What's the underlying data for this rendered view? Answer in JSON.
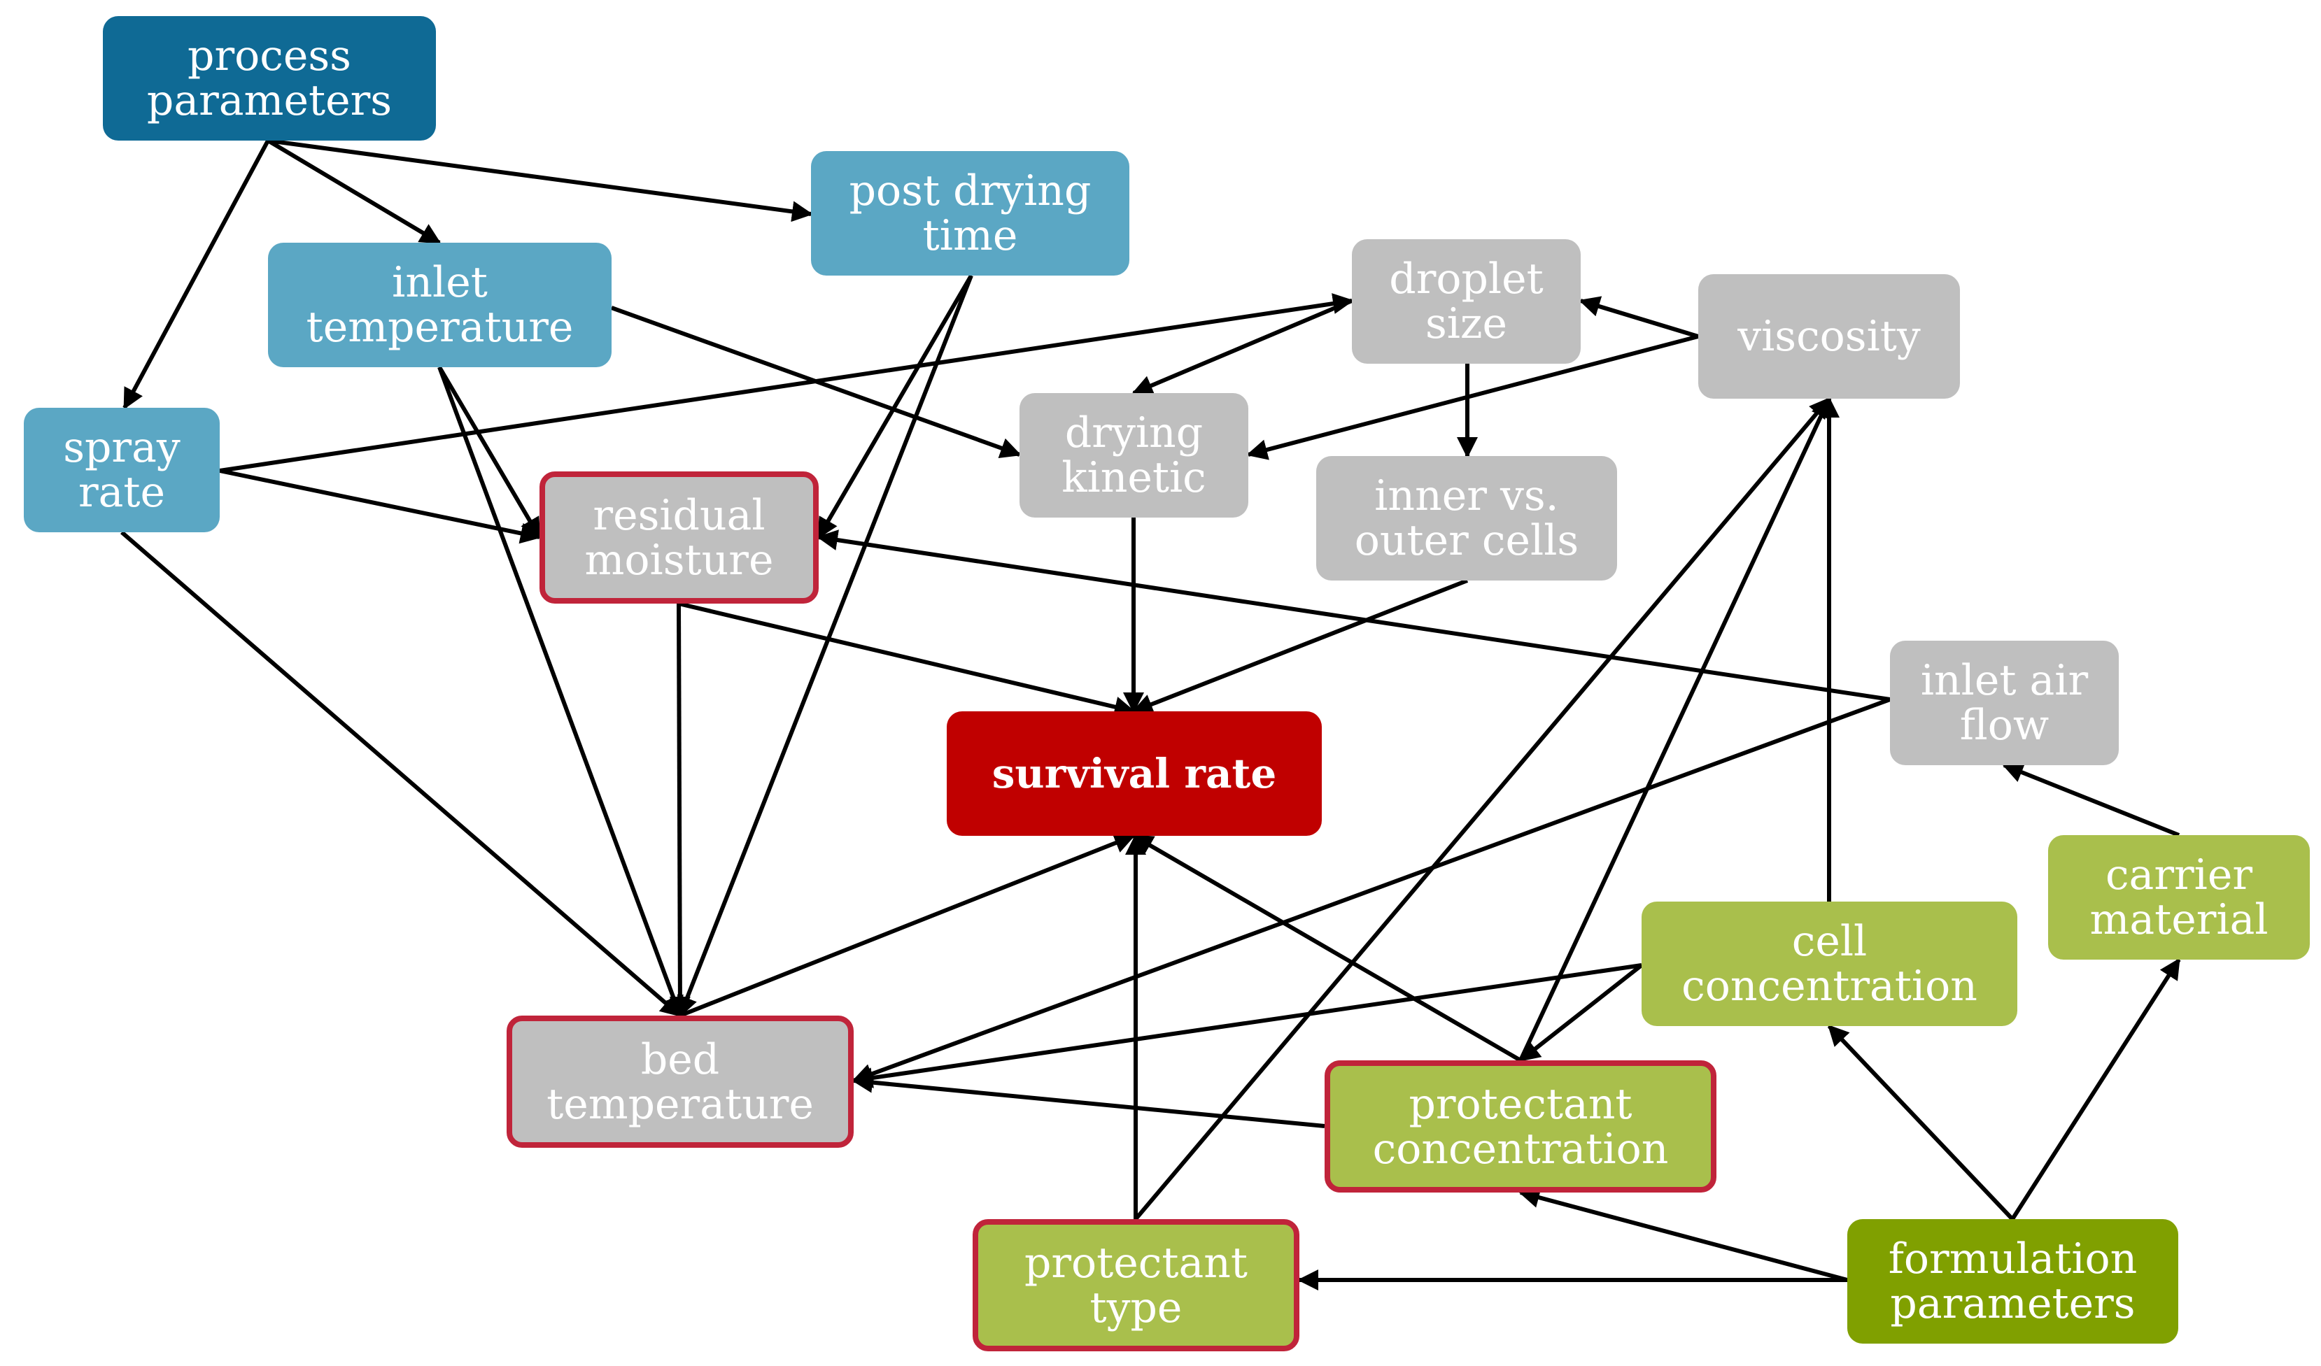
{
  "nodes": {
    "process_parameters": "process\nparameters",
    "post_drying_time": "post drying\ntime",
    "inlet_temperature": "inlet\ntemperature",
    "spray_rate": "spray\nrate",
    "residual_moisture": "residual\nmoisture",
    "droplet_size": "droplet\nsize",
    "drying_kinetic": "drying\nkinetic",
    "viscosity": "viscosity",
    "inner_outer_cells": "inner vs.\nouter cells",
    "inlet_air_flow": "inlet air\nflow",
    "survival_rate": "survival rate",
    "carrier_material": "carrier\nmaterial",
    "cell_concentration": "cell\nconcentration",
    "bed_temperature": "bed\ntemperature",
    "protectant_concentration": "protectant\nconcentration",
    "protectant_type": "protectant\ntype",
    "formulation_parameters": "formulation\nparameters"
  },
  "edges": [
    [
      "process_parameters",
      "post_drying_time"
    ],
    [
      "process_parameters",
      "inlet_temperature"
    ],
    [
      "process_parameters",
      "spray_rate"
    ],
    [
      "post_drying_time",
      "residual_moisture"
    ],
    [
      "post_drying_time",
      "bed_temperature"
    ],
    [
      "inlet_temperature",
      "drying_kinetic"
    ],
    [
      "inlet_temperature",
      "residual_moisture"
    ],
    [
      "inlet_temperature",
      "bed_temperature"
    ],
    [
      "spray_rate",
      "droplet_size"
    ],
    [
      "spray_rate",
      "residual_moisture"
    ],
    [
      "spray_rate",
      "bed_temperature"
    ],
    [
      "droplet_size",
      "drying_kinetic"
    ],
    [
      "droplet_size",
      "inner_outer_cells"
    ],
    [
      "viscosity",
      "droplet_size"
    ],
    [
      "viscosity",
      "drying_kinetic"
    ],
    [
      "drying_kinetic",
      "survival_rate"
    ],
    [
      "inner_outer_cells",
      "survival_rate"
    ],
    [
      "residual_moisture",
      "survival_rate"
    ],
    [
      "residual_moisture",
      "bed_temperature"
    ],
    [
      "inlet_air_flow",
      "residual_moisture"
    ],
    [
      "inlet_air_flow",
      "bed_temperature"
    ],
    [
      "carrier_material",
      "inlet_air_flow"
    ],
    [
      "bed_temperature",
      "survival_rate"
    ],
    [
      "cell_concentration",
      "viscosity"
    ],
    [
      "cell_concentration",
      "bed_temperature"
    ],
    [
      "cell_concentration",
      "protectant_concentration"
    ],
    [
      "protectant_concentration",
      "bed_temperature"
    ],
    [
      "protectant_concentration",
      "survival_rate"
    ],
    [
      "protectant_concentration",
      "viscosity"
    ],
    [
      "protectant_type",
      "survival_rate"
    ],
    [
      "protectant_type",
      "viscosity"
    ],
    [
      "formulation_parameters",
      "protectant_type"
    ],
    [
      "formulation_parameters",
      "protectant_concentration"
    ],
    [
      "formulation_parameters",
      "cell_concentration"
    ],
    [
      "formulation_parameters",
      "carrier_material"
    ]
  ]
}
